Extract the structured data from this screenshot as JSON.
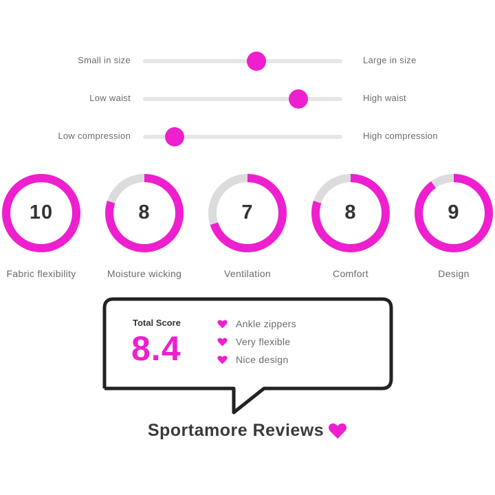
{
  "accent_color": "#ee1fce",
  "sliders": [
    {
      "left_label": "Small in size",
      "right_label": "Large in size",
      "value": 0.57
    },
    {
      "left_label": "Low waist",
      "right_label": "High waist",
      "value": 0.78
    },
    {
      "left_label": "Low compression",
      "right_label": "High compression",
      "value": 0.16
    }
  ],
  "ratings": [
    {
      "label": "Fabric flexibility",
      "score": "10",
      "value": 10,
      "max": 10
    },
    {
      "label": "Moisture wicking",
      "score": "8",
      "value": 8,
      "max": 10
    },
    {
      "label": "Ventilation",
      "score": "7",
      "value": 7,
      "max": 10
    },
    {
      "label": "Comfort",
      "score": "8",
      "value": 8,
      "max": 10
    },
    {
      "label": "Design",
      "score": "9",
      "value": 9,
      "max": 10
    }
  ],
  "summary": {
    "total_label": "Total Score",
    "total_value": "8.4",
    "pros": [
      "Ankle zippers",
      "Very flexible",
      "Nice design"
    ],
    "pro_icon": "heart-icon"
  },
  "brand": {
    "text": "Sportamore Reviews",
    "icon": "heart-icon"
  }
}
